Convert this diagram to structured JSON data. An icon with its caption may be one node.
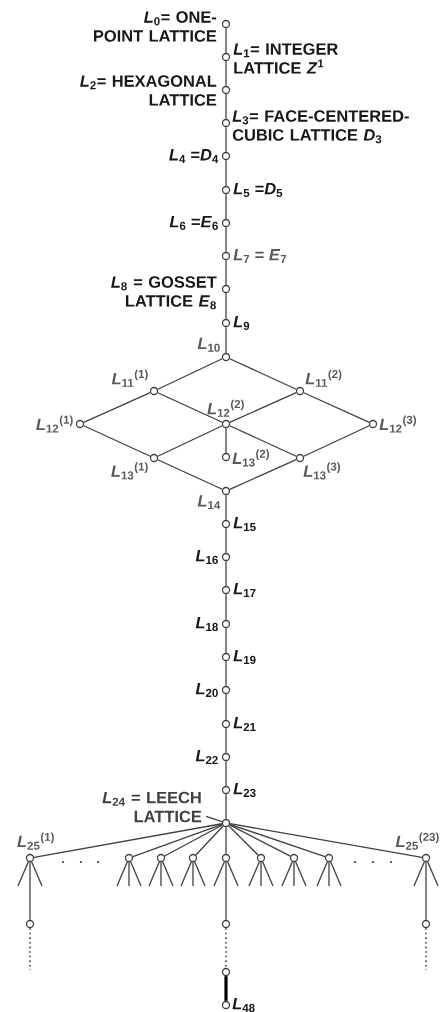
{
  "diagram": {
    "nodes": [
      {
        "text": [],
        "shape": "circle",
        "beside": [
          "*L*$_{0}$= ONE-POINT LATTICE"
        ]
      },
      {
        "text": [],
        "shape": "circle",
        "beside": [
          "*L*$_{1}$= INTEGER LATTICE *Z*$^{1}$"
        ]
      },
      {
        "text": [],
        "shape": "circle",
        "beside": [
          "*L*$_{2}$= HEXAGONAL LATTICE"
        ]
      },
      {
        "text": [],
        "shape": "circle",
        "beside": [
          "*L*$_{3}$= FACE-CENTERED-CUBIC LATTICE *D*$_{3}$"
        ]
      },
      {
        "text": [],
        "shape": "circle",
        "beside": [
          "*L*$_{4}$ =*D*$_{4}$"
        ]
      },
      {
        "text": [],
        "shape": "circle",
        "beside": [
          "*L*$_{5}$ =*D*$_{5}$"
        ]
      },
      {
        "text": [],
        "shape": "circle",
        "beside": [
          "*L*$_{6}$ =*E*$_{6}$"
        ]
      },
      {
        "text": [],
        "shape": "circle",
        "beside": [
          "*L*$_{7}$ = *E*$_{7}$"
        ]
      },
      {
        "text": [],
        "shape": "circle",
        "beside": [
          "*L*$_{8}$ = GOSSET LATTICE *E*$_{8}$"
        ]
      },
      {
        "text": [],
        "shape": "circle",
        "beside": [
          "*L*$_{9}$"
        ]
      },
      {
        "text": [],
        "shape": "circle",
        "beside": [
          "*L*$_{10}$"
        ]
      },
      {
        "text": [],
        "shape": "circle",
        "beside": [
          "*L*$_{11}$$^{(1)}$"
        ]
      },
      {
        "text": [],
        "shape": "circle",
        "beside": [
          "*L*$_{11}$$^{(2)}$"
        ]
      },
      {
        "text": [],
        "shape": "circle",
        "beside": [
          "*L*$_{12}$$^{(1)}$"
        ]
      },
      {
        "text": [],
        "shape": "circle",
        "beside": [
          "*L*$_{12}$$^{(2)}$"
        ]
      },
      {
        "text": [],
        "shape": "circle",
        "beside": [
          "*L*$_{12}$$^{(3)}$"
        ]
      },
      {
        "text": [],
        "shape": "circle",
        "beside": [
          "*L*$_{13}$$^{(1)}$"
        ]
      },
      {
        "text": [],
        "shape": "circle",
        "beside": [
          "*L*$_{13}$$^{(2)}$"
        ]
      },
      {
        "text": [],
        "shape": "circle",
        "beside": [
          "*L*$_{13}$$^{(3)}$"
        ]
      },
      {
        "text": [],
        "shape": "circle",
        "beside": [
          "*L*$_{14}$"
        ]
      },
      {
        "text": [],
        "shape": "circle",
        "beside": [
          "*L*$_{15}$"
        ]
      },
      {
        "text": [],
        "shape": "circle",
        "beside": [
          "*L*$_{16}$"
        ]
      },
      {
        "text": [],
        "shape": "circle",
        "beside": [
          "*L*$_{17}$"
        ]
      },
      {
        "text": [],
        "shape": "circle",
        "beside": [
          "*L*$_{18}$"
        ]
      },
      {
        "text": [],
        "shape": "circle",
        "beside": [
          "*L*$_{19}$"
        ]
      },
      {
        "text": [],
        "shape": "circle",
        "beside": [
          "*L*$_{20}$"
        ]
      },
      {
        "text": [],
        "shape": "circle",
        "beside": [
          "*L*$_{21}$"
        ]
      },
      {
        "text": [],
        "shape": "circle",
        "beside": [
          "*L*$_{22}$"
        ]
      },
      {
        "text": [],
        "shape": "circle",
        "beside": [
          "*L*$_{23}$"
        ]
      },
      {
        "text": [
          "*L*$_{24}$ = LEECH LATTICE"
        ]
      },
      {
        "text": [],
        "shape": "circle"
      },
      {
        "text": [],
        "shape": "circle",
        "beside": [
          "*L*$_{25}$$^{(1)}$"
        ]
      },
      {
        "text": [],
        "shape": "circle"
      },
      {
        "text": [],
        "shape": "circle"
      },
      {
        "text": [],
        "shape": "circle"
      },
      {
        "text": [],
        "shape": "circle"
      },
      {
        "text": [],
        "shape": "circle"
      },
      {
        "text": [],
        "shape": "circle"
      },
      {
        "text": [],
        "shape": "circle"
      },
      {
        "text": [],
        "shape": "circle",
        "beside": [
          "*L*$_{25}$$^{(23)}$"
        ]
      },
      {
        "text": [],
        "shape": "circle"
      },
      {
        "text": [],
        "shape": "circle"
      },
      {
        "text": [],
        "shape": "circle"
      },
      {
        "text": [],
        "shape": "circle"
      },
      {
        "text": [],
        "shape": "circle",
        "beside": [
          "*L*$_{48}$"
        ]
      }
    ],
    "edges": [
      {
        "from": 0,
        "to": 1,
        "arrow": "none"
      },
      {
        "from": 1,
        "to": 2,
        "arrow": "none"
      },
      {
        "from": 2,
        "to": 3,
        "arrow": "none"
      },
      {
        "from": 3,
        "to": 4,
        "arrow": "none"
      },
      {
        "from": 4,
        "to": 5,
        "arrow": "none"
      },
      {
        "from": 5,
        "to": 6,
        "arrow": "none"
      },
      {
        "from": 6,
        "to": 7,
        "arrow": "none"
      },
      {
        "from": 7,
        "to": 8,
        "arrow": "none"
      },
      {
        "from": 8,
        "to": 9,
        "arrow": "none"
      },
      {
        "from": 9,
        "to": 10,
        "arrow": "none"
      },
      {
        "from": 10,
        "to": 11,
        "arrow": "none"
      },
      {
        "from": 10,
        "to": 12,
        "arrow": "none"
      },
      {
        "from": 11,
        "to": 13,
        "arrow": "none"
      },
      {
        "from": 11,
        "to": 14,
        "arrow": "none"
      },
      {
        "from": 12,
        "to": 14,
        "arrow": "none"
      },
      {
        "from": 12,
        "to": 15,
        "arrow": "none"
      },
      {
        "from": 13,
        "to": 16,
        "arrow": "none"
      },
      {
        "from": 14,
        "to": 16,
        "arrow": "none"
      },
      {
        "from": 14,
        "to": 17,
        "arrow": "none"
      },
      {
        "from": 14,
        "to": 18,
        "arrow": "none"
      },
      {
        "from": 15,
        "to": 18,
        "arrow": "none"
      },
      {
        "from": 16,
        "to": 19,
        "arrow": "none"
      },
      {
        "from": 18,
        "to": 19,
        "arrow": "none"
      },
      {
        "from": 19,
        "to": 20,
        "arrow": "none"
      },
      {
        "from": 20,
        "to": 21,
        "arrow": "none"
      },
      {
        "from": 21,
        "to": 22,
        "arrow": "none"
      },
      {
        "from": 22,
        "to": 23,
        "arrow": "none"
      },
      {
        "from": 23,
        "to": 24,
        "arrow": "none"
      },
      {
        "from": 24,
        "to": 25,
        "arrow": "none"
      },
      {
        "from": 25,
        "to": 26,
        "arrow": "none"
      },
      {
        "from": 26,
        "to": 27,
        "arrow": "none"
      },
      {
        "from": 27,
        "to": 28,
        "arrow": "none"
      },
      {
        "from": 28,
        "to": 30,
        "arrow": "none"
      },
      {
        "from": 29,
        "to": 30,
        "arrow": "none"
      },
      {
        "from": 30,
        "to": 31,
        "arrow": "none"
      },
      {
        "from": 30,
        "to": 32,
        "arrow": "none"
      },
      {
        "from": 30,
        "to": 33,
        "arrow": "none"
      },
      {
        "from": 30,
        "to": 34,
        "arrow": "none"
      },
      {
        "from": 30,
        "to": 35,
        "arrow": "none"
      },
      {
        "from": 30,
        "to": 36,
        "arrow": "none"
      },
      {
        "from": 30,
        "to": 37,
        "arrow": "none"
      },
      {
        "from": 30,
        "to": 38,
        "arrow": "none"
      },
      {
        "from": 30,
        "to": 39,
        "arrow": "none"
      },
      {
        "from": 31,
        "to": null,
        "arrow": "none"
      },
      {
        "from": 31,
        "to": 40,
        "arrow": "none"
      },
      {
        "from": 31,
        "to": null,
        "arrow": "none"
      },
      {
        "from": 32,
        "to": null,
        "arrow": "none"
      },
      {
        "from": 32,
        "to": null,
        "arrow": "none"
      },
      {
        "from": 32,
        "to": null,
        "arrow": "none"
      },
      {
        "from": 33,
        "to": null,
        "arrow": "none"
      },
      {
        "from": 33,
        "to": null,
        "arrow": "none"
      },
      {
        "from": 33,
        "to": null,
        "arrow": "none"
      },
      {
        "from": 34,
        "to": null,
        "arrow": "none"
      },
      {
        "from": 34,
        "to": null,
        "arrow": "none"
      },
      {
        "from": 34,
        "to": null,
        "arrow": "none"
      },
      {
        "from": 35,
        "to": null,
        "arrow": "none"
      },
      {
        "from": 35,
        "to": 41,
        "arrow": "none"
      },
      {
        "from": 35,
        "to": null,
        "arrow": "none"
      },
      {
        "from": 36,
        "to": null,
        "arrow": "none"
      },
      {
        "from": 36,
        "to": null,
        "arrow": "none"
      },
      {
        "from": 36,
        "to": null,
        "arrow": "none"
      },
      {
        "from": 37,
        "to": null,
        "arrow": "none"
      },
      {
        "from": 37,
        "to": null,
        "arrow": "none"
      },
      {
        "from": 37,
        "to": null,
        "arrow": "none"
      },
      {
        "from": 38,
        "to": null,
        "arrow": "none"
      },
      {
        "from": 38,
        "to": null,
        "arrow": "none"
      },
      {
        "from": 38,
        "to": null,
        "arrow": "none"
      },
      {
        "from": 39,
        "to": null,
        "arrow": "none"
      },
      {
        "from": 39,
        "to": 42,
        "arrow": "none"
      },
      {
        "from": 39,
        "to": null,
        "arrow": "none"
      },
      {
        "from": 40,
        "to": null,
        "arrow": "none",
        "style": "dashed"
      },
      {
        "from": 41,
        "to": 43,
        "arrow": "none",
        "style": "dashed"
      },
      {
        "from": 42,
        "to": null,
        "arrow": "none",
        "style": "dashed"
      },
      {
        "from": 43,
        "to": 44,
        "arrow": "none",
        "style": "thick"
      }
    ]
  }
}
